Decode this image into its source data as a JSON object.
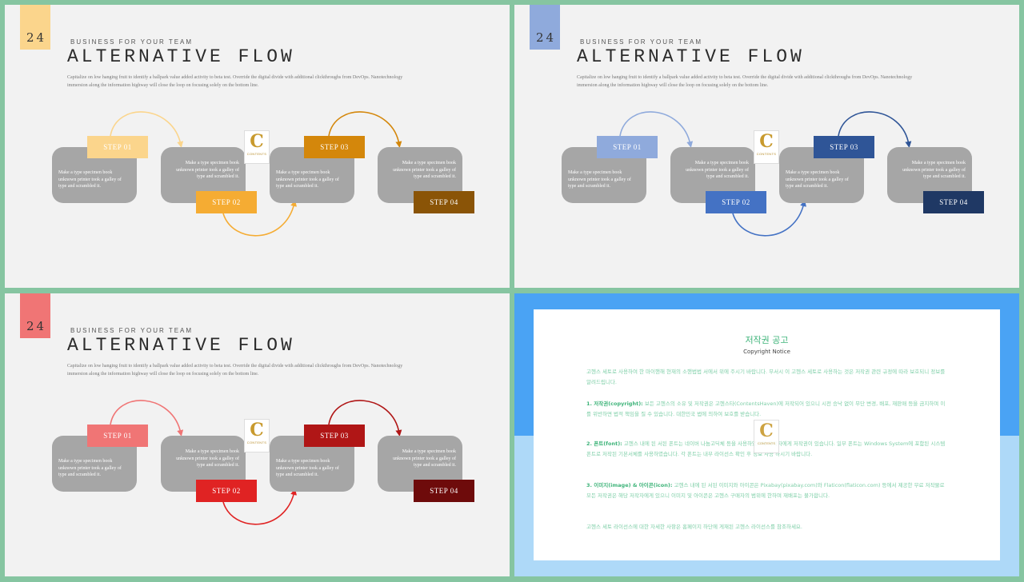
{
  "slides": [
    {
      "number": "24",
      "tab_color": "#fbd58c",
      "kicker": "BUSINESS FOR YOUR TEAM",
      "title": "ALTERNATIVE FLOW",
      "description": "Capitalize on low hanging fruit to identify a ballpark value added activity to beta test. Override the digital divide with additional clickthroughs from DevOps. Nanotechnology immersion along the information highway will close the loop on focusing solely on the bottom line.",
      "cards": [
        "Make a type specimen book unknown printer took a galley of type and scrambled it.",
        "Make a type specimen book unknown printer took a galley of type and scrambled it.",
        "Make a type specimen book unknown printer took a galley of type and scrambled it.",
        "Make a type specimen book unknown printer took a galley of type and scrambled it."
      ],
      "steps": [
        {
          "label": "STEP 01",
          "color": "#fbd58c"
        },
        {
          "label": "STEP 02",
          "color": "#f5ac33"
        },
        {
          "label": "STEP 03",
          "color": "#d4870b"
        },
        {
          "label": "STEP 04",
          "color": "#8a5407"
        }
      ],
      "arrow_colors": [
        "#fbd58c",
        "#f5ac33",
        "#d4870b"
      ]
    },
    {
      "number": "24",
      "tab_color": "#8faadc",
      "kicker": "BUSINESS FOR YOUR TEAM",
      "title": "ALTERNATIVE FLOW",
      "description": "Capitalize on low hanging fruit to identify a ballpark value added activity to beta test. Override the digital divide with additional clickthroughs from DevOps. Nanotechnology immersion along the information highway will close the loop on focusing solely on the bottom line.",
      "cards": [
        "Make a type specimen book unknown printer took a galley of type and scrambled it.",
        "Make a type specimen book unknown printer took a galley of type and scrambled it.",
        "Make a type specimen book unknown printer took a galley of type and scrambled it.",
        "Make a type specimen book unknown printer took a galley of type and scrambled it."
      ],
      "steps": [
        {
          "label": "STEP 01",
          "color": "#8faadc"
        },
        {
          "label": "STEP 02",
          "color": "#4472c4"
        },
        {
          "label": "STEP 03",
          "color": "#2f5597"
        },
        {
          "label": "STEP 04",
          "color": "#1f3864"
        }
      ],
      "arrow_colors": [
        "#8faadc",
        "#4472c4",
        "#2f5597"
      ]
    },
    {
      "number": "24",
      "tab_color": "#f07575",
      "kicker": "BUSINESS FOR YOUR TEAM",
      "title": "ALTERNATIVE FLOW",
      "description": "Capitalize on low hanging fruit to identify a ballpark value added activity to beta test. Override the digital divide with additional clickthroughs from DevOps. Nanotechnology immersion along the information highway will close the loop on focusing solely on the bottom line.",
      "cards": [
        "Make a type specimen book unknown printer took a galley of type and scrambled it.",
        "Make a type specimen book unknown printer took a galley of type and scrambled it.",
        "Make a type specimen book unknown printer took a galley of type and scrambled it.",
        "Make a type specimen book unknown printer took a galley of type and scrambled it."
      ],
      "steps": [
        {
          "label": "STEP 01",
          "color": "#f07575"
        },
        {
          "label": "STEP 02",
          "color": "#e02323"
        },
        {
          "label": "STEP 03",
          "color": "#b01616"
        },
        {
          "label": "STEP 04",
          "color": "#6e0b0b"
        }
      ],
      "arrow_colors": [
        "#f07575",
        "#e02323",
        "#b01616"
      ]
    }
  ],
  "logo": {
    "letter": "C",
    "caption": "CONTENTS"
  },
  "notice": {
    "title": "저작권 공고",
    "subtitle": "Copyright Notice",
    "intro": "고헨스 세토로 사용하여 한 마이핸해 현재의 소핸법법 서에서 위에 주시기 바랍니다. 무서시 이 고헨스 세토로 사용하는 것은 저작권 관련 규정에 따라 보호되니 정보를 알려드립니다.",
    "p1_label": "1. 저작권(copyright):",
    "p1_text": "보든 고헨스의 소유 및 저작권은 고헨스타(ContentsHaven)에 저작되어 있으니 시전 승낙 없이 무단 변경, 배포, 재판매 등을 금지하며 이를 위반하면 법적 책임을 질 수 있습니다. 대한민국 법에 의하여 보호를 받습니다.",
    "p2_label": "2. 폰트(font):",
    "p2_text": "고헨스 내에 된 서된 폰트는 네이버 나눔고딕체 등을 사용하였으며 저작자에게 저작권이 있습니다. 일부 폰트는 Windows System에 포함된 시스템 폰트로 저작된 기본서체를 사용하였습니다. 각 폰트는 내부 라이선스 확인 후 정보 사용 하시기 바랍니다.",
    "p3_label": "3. 이미지(image) & 아이콘(icon):",
    "p3_text": "고헨스 내에 된 서된 이미지와 아이콘은 Pixabay(pixabay.com)와 Flaticon(flaticon.com) 등에서 제공한 무료 저작물로 모든 저작권은 해당 저작자에게 있으니 이미지 및 아이콘은 고헨스 구매자의 범위에 한하며 재배포는 불가합니다.",
    "outro": "고헨스 세토 라이선스에 대한 자세한 사항은 홈페이지 하단에 게재된 고헨스 라이선스를 참조하세요."
  }
}
